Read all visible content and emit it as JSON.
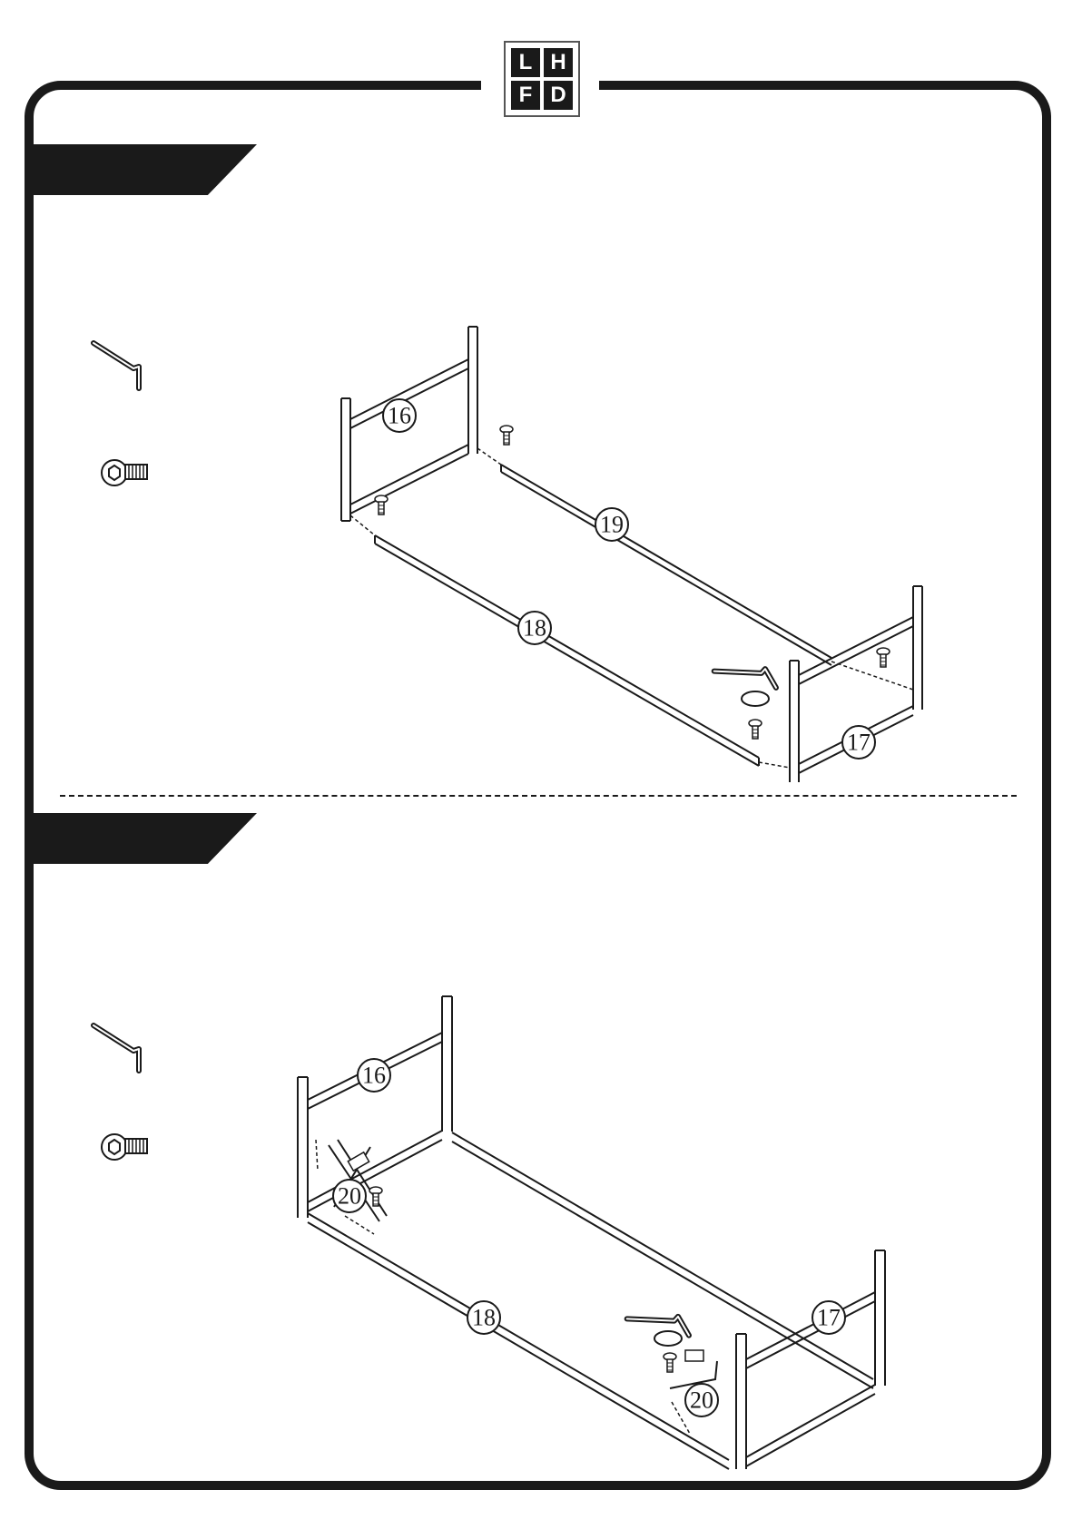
{
  "brand": {
    "logo_letters": [
      "L",
      "H",
      "F",
      "D"
    ]
  },
  "steps": [
    {
      "label": "",
      "tools": [
        "allen-key-icon",
        "hex-bolt-icon"
      ],
      "part_callouts": [
        "16",
        "19",
        "18",
        "17"
      ]
    },
    {
      "label": "",
      "tools": [
        "allen-key-icon",
        "hex-bolt-icon"
      ],
      "part_callouts": [
        "16",
        "20",
        "18",
        "17",
        "20"
      ]
    }
  ],
  "colors": {
    "ink": "#1a1a1a",
    "paper": "#ffffff"
  }
}
